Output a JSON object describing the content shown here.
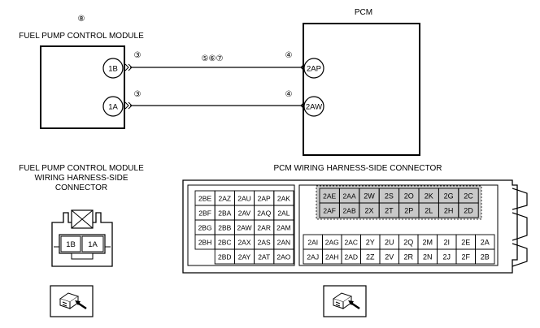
{
  "diagram": {
    "fpcm": {
      "ref_number": "⑧",
      "title": "FUEL PUMP CONTROL MODULE",
      "pins": [
        "1B",
        "1A"
      ],
      "connector_title": [
        "FUEL PUMP CONTROL MODULE",
        "WIRING HARNESS-SIDE",
        "CONNECTOR"
      ],
      "connector_pins": [
        "1B",
        "1A"
      ]
    },
    "pcm": {
      "title": "PCM",
      "pins": [
        "2AP",
        "2AW"
      ],
      "connector_title": "PCM WIRING HARNESS-SIDE CONNECTOR"
    },
    "wires": [
      {
        "left_ref": "③",
        "right_ref": "④",
        "mid_refs": "⑤⑥⑦"
      },
      {
        "left_ref": "③",
        "right_ref": "④",
        "mid_refs": ""
      }
    ],
    "pcm_connector": {
      "left_block": [
        [
          "2BE",
          "2AZ",
          "2AU",
          "2AP",
          "2AK"
        ],
        [
          "2BF",
          "2BA",
          "2AV",
          "2AQ",
          "2AL"
        ],
        [
          "2BG",
          "2BB",
          "2AW",
          "2AR",
          "2AM"
        ],
        [
          "2BH",
          "2BC",
          "2AX",
          "2AS",
          "2AN"
        ],
        [
          "",
          "2BD",
          "2AY",
          "2AT",
          "2AO"
        ]
      ],
      "right_top_block": [
        [
          "2AE",
          "2AA",
          "2W",
          "2S",
          "2O",
          "2K",
          "2G",
          "2C"
        ],
        [
          "2AF",
          "2AB",
          "2X",
          "2T",
          "2P",
          "2L",
          "2H",
          "2D"
        ]
      ],
      "right_bottom_block": [
        [
          "2AI",
          "2AG",
          "2AC",
          "2Y",
          "2U",
          "2Q",
          "2M",
          "2I",
          "2E",
          "2A"
        ],
        [
          "2AJ",
          "2AH",
          "2AD",
          "2Z",
          "2V",
          "2R",
          "2N",
          "2J",
          "2F",
          "2B"
        ]
      ]
    }
  }
}
